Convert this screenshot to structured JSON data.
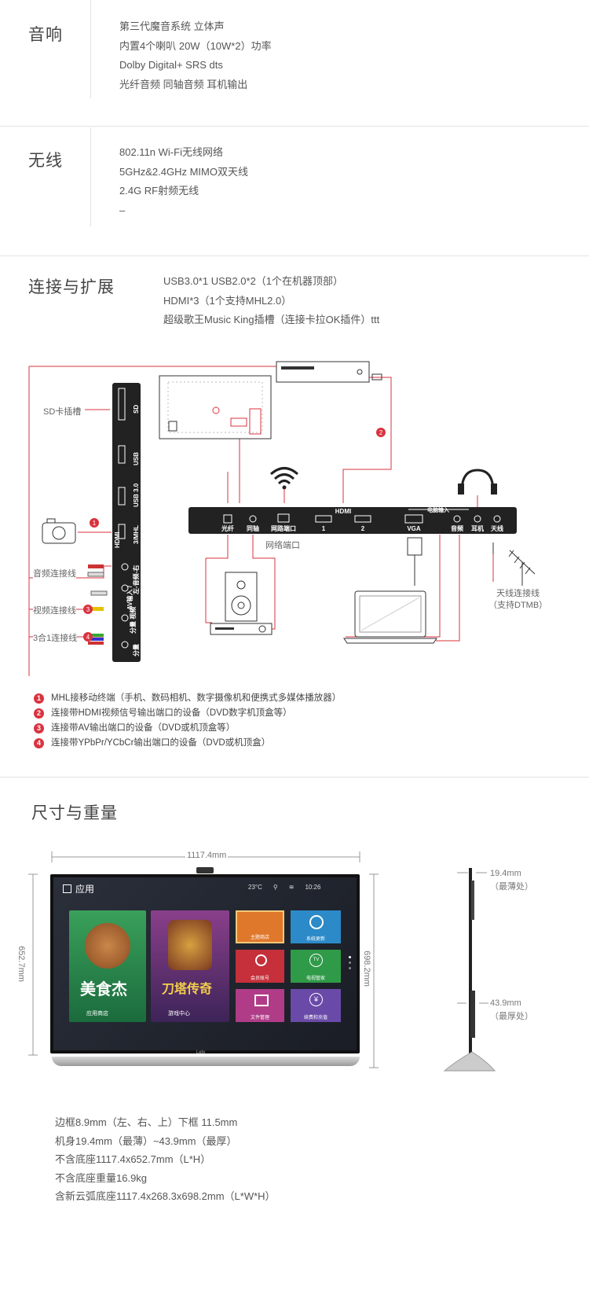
{
  "audio": {
    "title": "音响",
    "lines": [
      "第三代魔音系统 立体声",
      "内置4个喇叭 20W（10W*2）功率",
      "Dolby Digital+  SRS  dts",
      "光纤音频 同轴音频 耳机输出"
    ]
  },
  "wireless": {
    "title": "无线",
    "lines": [
      "802.11n Wi-Fi无线网络",
      "5GHz&2.4GHz MIMO双天线",
      "2.4G RF射频无线",
      "–"
    ]
  },
  "connect": {
    "title": "连接与扩展",
    "lines": [
      "USB3.0*1 USB2.0*2（1个在机器顶部）",
      "HDMI*3（1个支持MHL2.0）",
      "超级歌王Music King插槽（连接卡拉OK插件）ttt"
    ],
    "diagram": {
      "sd_slot": "SD卡插槽",
      "audio_cable": "音频连接线",
      "video_cable": "视频连接线",
      "three_in_one": "3合1连接线",
      "network_port": "网络端口",
      "antenna_cable_1": "天线连接线",
      "antenna_cable_2": "（支持DTMB）",
      "side_ports": {
        "sd": "SD",
        "usb": "USB",
        "usb3": "USB 3.0",
        "mhl": "3/MHL",
        "hdmi": "HDMI",
        "av": "左-音频-右",
        "av_in": "AV输入 /",
        "video": "分量 视频",
        "comp": "分量"
      },
      "rear_ports": {
        "optical": "光纤",
        "coax": "同轴",
        "network": "网路端口",
        "hdmi": "HDMI",
        "hdmi1": "1",
        "hdmi2": "2",
        "pc_input": "电脑输入",
        "vga": "VGA",
        "audio": "音频",
        "earphone": "耳机",
        "antenna": "天线"
      },
      "markers": [
        "1",
        "2",
        "3",
        "4"
      ]
    },
    "legend": [
      {
        "num": "1",
        "text": "MHL接移动终端（手机、数码相机、数字摄像机和便携式多媒体播放器）"
      },
      {
        "num": "2",
        "text": "连接带HDMI视频信号输出端口的设备（DVD数字机顶盒等）"
      },
      {
        "num": "3",
        "text": "连接带AV输出端口的设备（DVD或机顶盒等）"
      },
      {
        "num": "4",
        "text": "连接带YPbPr/YCbCr输出端口的设备（DVD或机顶盒）"
      }
    ]
  },
  "size": {
    "title": "尺寸与重量",
    "width_dim": "1117.4mm",
    "height_dim_left": "652.7mm",
    "height_dim_right": "698.2mm",
    "thin_dim": "19.4mm",
    "thin_note": "（最薄处）",
    "thick_dim": "43.9mm",
    "thick_note": "（最厚处）",
    "screen": {
      "app_title": "应用",
      "weather": "23°C",
      "clock": "10:26",
      "tile_food": "美食杰",
      "tile_food_sub": "应用商店",
      "tile_game": "刀塔传奇",
      "tile_game_sub": "游戏中心",
      "tiles": [
        "主题商店",
        "系统更新",
        "会员账号",
        "电视管家",
        "文件管理",
        "续费和充值"
      ],
      "tv_icon": "TV",
      "yuan_icon": "¥",
      "brand": "Letv"
    },
    "specs": [
      "边框8.9mm（左、右、上）下框 11.5mm",
      "机身19.4mm（最薄）~43.9mm（最厚）",
      "不含底座1117.4x652.7mm（L*H）",
      "不含底座重量16.9kg",
      "含新云弧底座1117.4x268.3x698.2mm（L*W*H）"
    ]
  }
}
